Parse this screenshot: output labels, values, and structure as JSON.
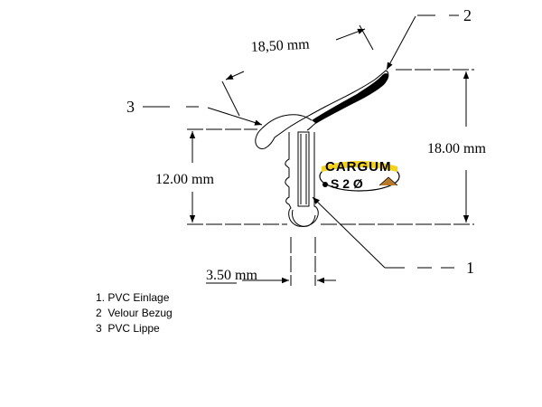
{
  "dimensions": {
    "top_width": "18,50 mm",
    "height_right": "18.00 mm",
    "height_left": "12.00 mm",
    "base_width": "3.50 mm"
  },
  "callouts": {
    "one": "1",
    "two": "2",
    "three": "3"
  },
  "legend": [
    "1. PVC Einlage",
    "2  Velour Bezug",
    "3  PVC Lippe"
  ],
  "logo": {
    "brand": "CARGUM",
    "sub": "S 2 Ø"
  },
  "colors": {
    "line": "#000000",
    "logo_yellow": "#f2d21b",
    "logo_brown": "#b87a2a"
  }
}
